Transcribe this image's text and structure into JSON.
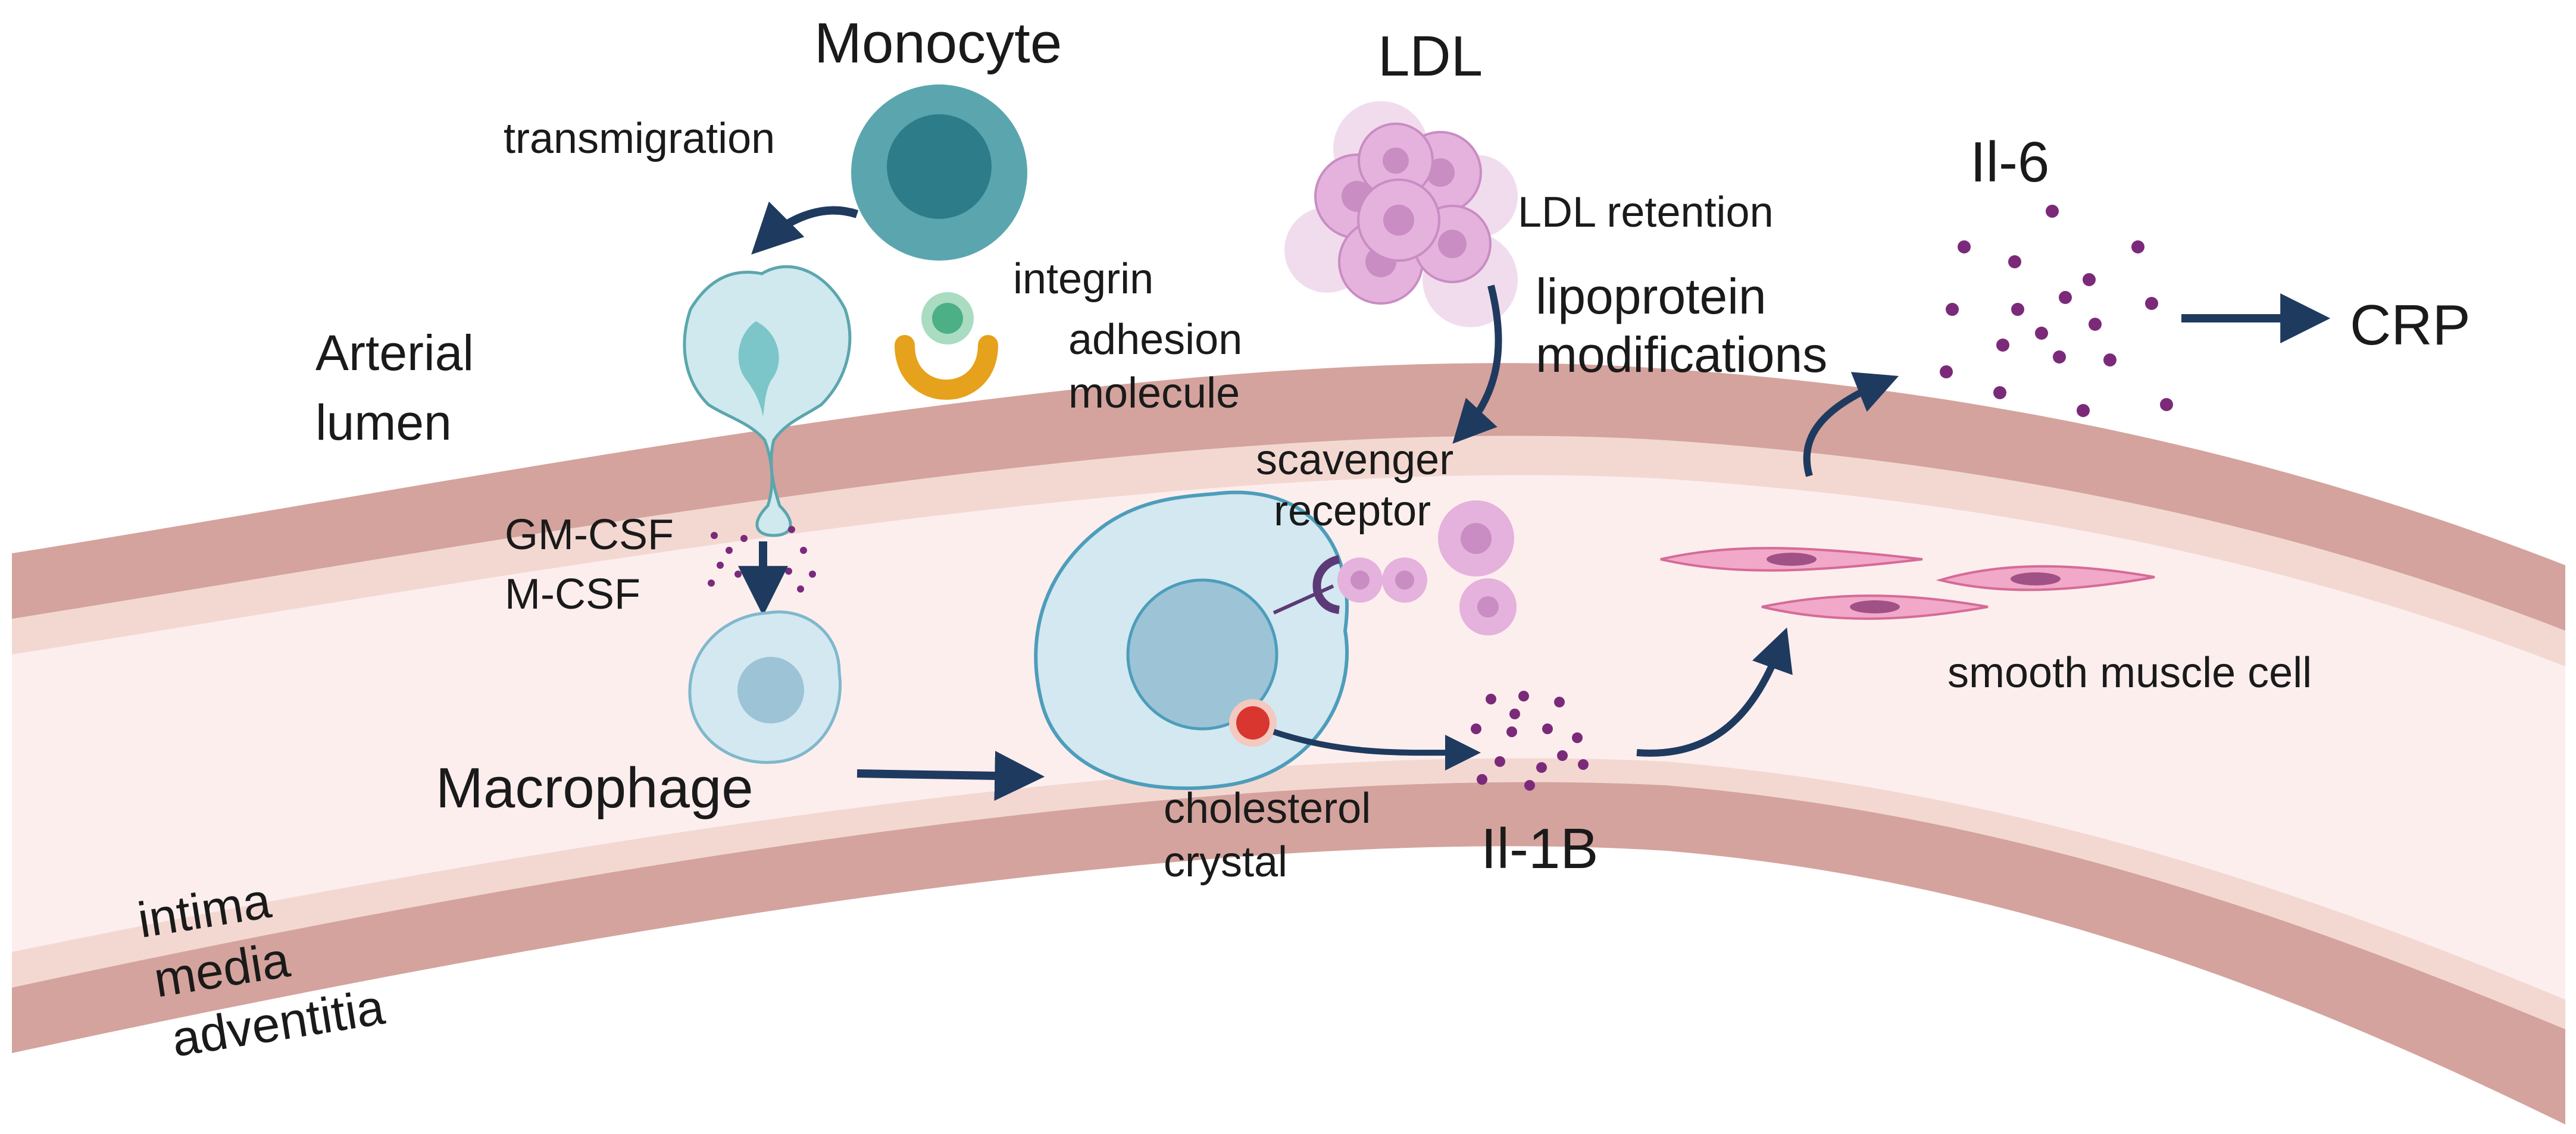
{
  "labels": {
    "monocyte": "Monocyte",
    "transmigration": "transmigration",
    "integrin": "integrin",
    "adhesion_molecule_1": "adhesion",
    "adhesion_molecule_2": "molecule",
    "arterial_lumen_1": "Arterial",
    "arterial_lumen_2": "lumen",
    "gm_csf": "GM-CSF",
    "m_csf": "M-CSF",
    "macrophage": "Macrophage",
    "ldl": "LDL",
    "ldl_retention": "LDL retention",
    "lipoprotein_1": "lipoprotein",
    "lipoprotein_2": "modifications",
    "scavenger_1": "scavenger",
    "scavenger_2": "receptor",
    "cholesterol_1": "cholesterol",
    "cholesterol_2": "crystal",
    "il_1b": "Il-1B",
    "il_6": "Il-6",
    "crp": "CRP",
    "smooth_muscle_cell": "smooth muscle cell",
    "intima": "intima",
    "media": "media",
    "adventitia": "adventitia"
  },
  "colors": {
    "vessel_outer": "#d4a39d",
    "vessel_light": "#f3d8d2",
    "intima_fill": "#fdeeee",
    "arrow": "#1f3a5f",
    "monocyte_outer": "#5ba6ae",
    "monocyte_nucleus": "#2d7c8a",
    "cell_light": "#cfe9ee",
    "macrophage_fill": "#d3e8f0",
    "macrophage_nucleus": "#9cc3d6",
    "ldl_fill": "#e4b2dc",
    "ldl_dark": "#c98cc3",
    "dot": "#7b2a7a",
    "smooth_muscle": "#f2a8c8",
    "crystal": "#d9362f",
    "integrin_green": "#4caf85",
    "adhesion_orange": "#e6a21c"
  }
}
